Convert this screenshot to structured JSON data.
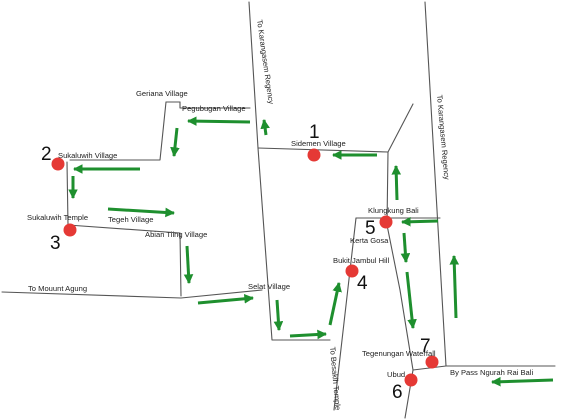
{
  "map": {
    "labels": {
      "geriana": "Geriana Village",
      "pegubugan": "Pegubugan Village",
      "sukaluwih_village": "Sukaluwih Village",
      "sukaluwih_temple": "Sukaluwih Temple",
      "tegeh": "Tegeh Village",
      "abian_tiing": "Abian Tiing Village",
      "to_mount_agung": "To Mouunt Agung",
      "selat": "Selat Village",
      "sidemen": "Sidemen Village",
      "to_karangasem_1": "To Karangasem Regency",
      "to_karangasem_2": "To Karangasem Regency",
      "klungkung": "Klungkung Bali",
      "kerta_gosa": "Kerta Gosa",
      "bukit_jambul": "Bukit Jambul Hill",
      "to_besakih": "To Besakih Temple",
      "tegenungan": "Tegenungan Waterfall",
      "ubud": "Ubud",
      "bypass": "By Pass Ngurah Rai Bali"
    },
    "stops": [
      {
        "id": "sidemen",
        "number": "1"
      },
      {
        "id": "sukaluwih-village",
        "number": "2"
      },
      {
        "id": "sukaluwih-temple",
        "number": "3"
      },
      {
        "id": "bukit-jambul",
        "number": "4"
      },
      {
        "id": "klungkung",
        "number": "5"
      },
      {
        "id": "ubud",
        "number": "6"
      },
      {
        "id": "tegenungan",
        "number": "7"
      }
    ],
    "colors": {
      "road": "#555555",
      "route_arrow": "#1e8f2e",
      "stop_marker": "#e53935"
    }
  }
}
